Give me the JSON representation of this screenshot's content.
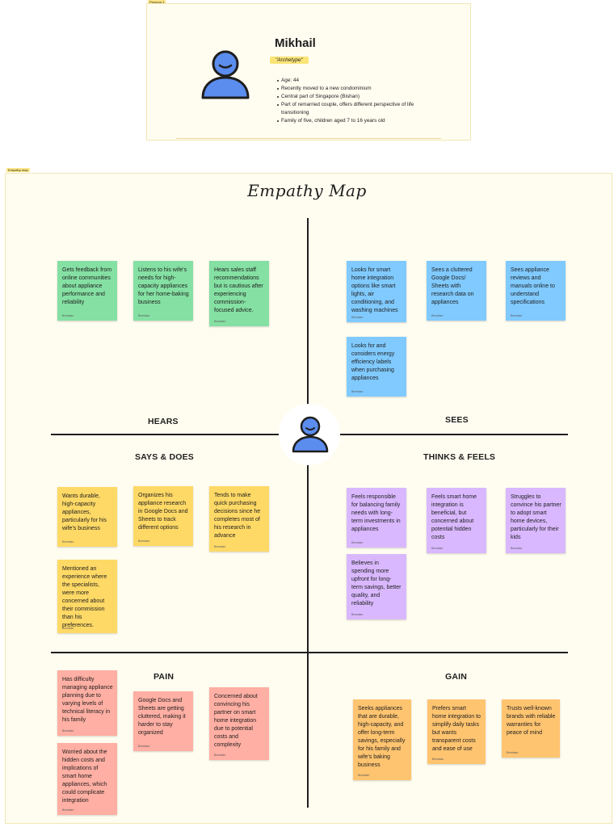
{
  "persona_frame": {
    "tag": "Persona 1",
    "name": "Mikhail",
    "archetype": "\"Archetype\"",
    "facts": [
      "Age: 44",
      "Recently moved to a new condominium",
      "Central part of Singapore (Bishan)",
      "Part of remarried couple, offers different perspective of life transitioning",
      "Family of five, children aged 7 to 16 years old"
    ]
  },
  "board": {
    "tag": "Empathy map",
    "title": "Empathy Map",
    "quadrants": {
      "hears": "HEARS",
      "sees": "SEES",
      "says_does": "SAYS & DOES",
      "thinks_feels": "THINKS & FEELS",
      "pain": "PAIN",
      "gain": "GAIN"
    }
  },
  "notes": {
    "hears": [
      {
        "text": "Gets feedback from online communities about appliance performance and reliability",
        "author": "Brendan"
      },
      {
        "text": "Listens to his wife's needs for high-capacity appliances for her home-baking business",
        "author": "Brendan"
      },
      {
        "text": "Hears sales staff recommendations but is cautious after experiencing commission-focused advice.",
        "author": "Brendan"
      }
    ],
    "sees": [
      {
        "text": "Looks for smart home integration options like smart lights, air conditioning, and washing machines",
        "author": "Brendan"
      },
      {
        "text": "Sees a cluttered Google Docs/ Sheets with research data on appliances",
        "author": "Brendan"
      },
      {
        "text": "Sees appliance reviews and manuals online to understand specifications",
        "author": "Brendan"
      },
      {
        "text": "Looks for and considers energy efficiency labels when purchasing appliances",
        "author": "Brendan"
      }
    ],
    "says_does": [
      {
        "text": "Wants durable, high-capacity appliances, particularly for his wife's business",
        "author": "Brendan"
      },
      {
        "text": "Organizes his appliance research in Google Docs and Sheets to track different options",
        "author": "Brendan"
      },
      {
        "text": "Tends to make quick purchasing decisions since he completes most of his research in advance",
        "author": "Brendan"
      },
      {
        "text": "Mentioned an experience where the specialists, were more concerned about their commission than his preferences.",
        "author": "Brendan"
      }
    ],
    "thinks_feels": [
      {
        "text": "Feels responsible for balancing family needs with long-term investments in appliances",
        "author": "Brendan"
      },
      {
        "text": "Feels smart home integration is beneficial, but concerned about potential hidden costs",
        "author": "Brendan"
      },
      {
        "text": "Struggles to convince his partner to adopt smart home devices, particularly for their kids",
        "author": "Brendan"
      },
      {
        "text": "Believes in spending more upfront for long-term savings, better quality, and reliability",
        "author": "Brendan"
      }
    ],
    "pain": [
      {
        "text": "Has difficulty managing appliance planning due to varying levels of technical literacy in his family",
        "author": "Brendan"
      },
      {
        "text": "Google Docs and Sheets are getting cluttered, making it harder to stay organized",
        "author": "Brendan"
      },
      {
        "text": "Concerned about convincing his partner on smart home integration due to potential costs and complexity",
        "author": "Brendan"
      },
      {
        "text": "Worried about the hidden costs and implications of smart home appliances, which could complicate integration",
        "author": "Brendan"
      }
    ],
    "gain": [
      {
        "text": "Seeks appliances that are durable, high-capacity, and offer long-term savings, especially for his family and wife's baking business",
        "author": "Brendan"
      },
      {
        "text": "Prefers smart home integration to simplify daily tasks but wants transparent costs and ease of use",
        "author": "Brendan"
      },
      {
        "text": "Trusts well-known brands with reliable warranties for peace of mind",
        "author": "Brendan"
      }
    ]
  },
  "colors": {
    "hears": "#85e0a3",
    "sees": "#80caff",
    "says_does": "#ffd966",
    "thinks_feels": "#d9b8ff",
    "pain": "#ffafa3",
    "gain": "#ffc470",
    "avatar": "#5b8def"
  },
  "icons": {
    "persona_avatar": "user-avatar-icon",
    "center_avatar": "user-avatar-icon"
  }
}
